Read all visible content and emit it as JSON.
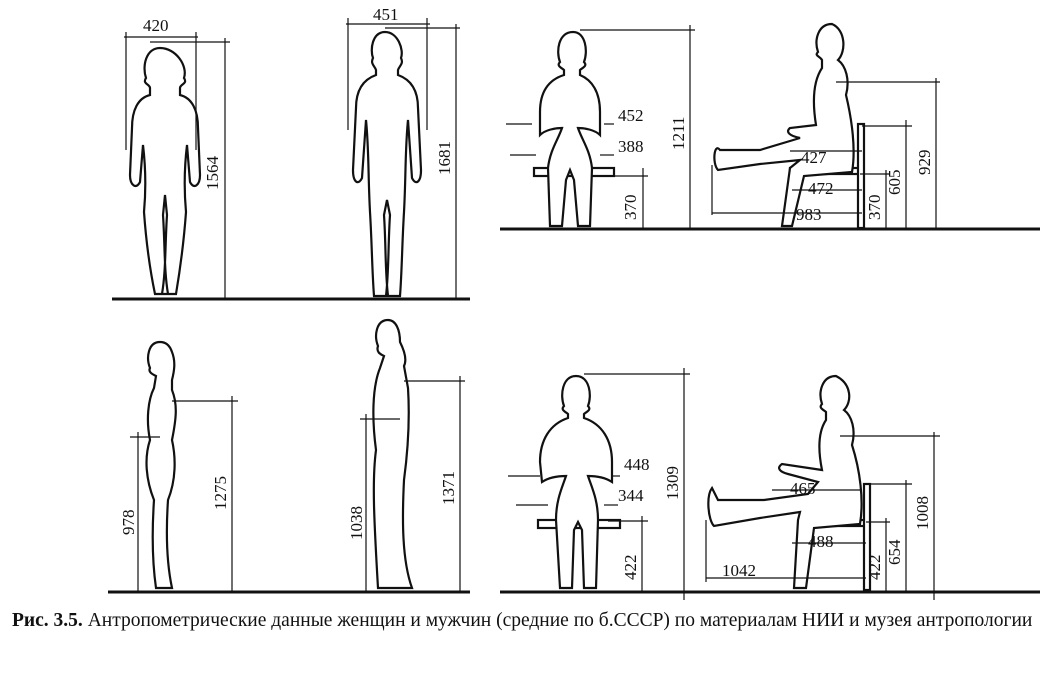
{
  "dimensions": {
    "top_left_woman_width": "420",
    "top_left_woman_height": "1564",
    "top_man_width": "451",
    "top_man_height": "1681",
    "sitting_woman_front_452": "452",
    "sitting_woman_front_388": "388",
    "sitting_woman_front_370": "370",
    "sitting_woman_front_1211": "1211",
    "sitting_woman_side_427": "427",
    "sitting_woman_side_472": "472",
    "sitting_woman_side_983": "983",
    "sitting_woman_side_370": "370",
    "sitting_woman_side_605": "605",
    "sitting_woman_side_929": "929",
    "woman_side_978": "978",
    "woman_side_1275": "1275",
    "man_side_1038": "1038",
    "man_side_1371": "1371",
    "sitting_man_front_448": "448",
    "sitting_man_front_344": "344",
    "sitting_man_front_422": "422",
    "sitting_man_front_1309": "1309",
    "sitting_man_side_465": "465",
    "sitting_man_side_488": "488",
    "sitting_man_side_1042": "1042",
    "sitting_man_side_422": "422",
    "sitting_man_side_654": "654",
    "sitting_man_side_1008": "1008"
  },
  "caption": {
    "label": "Рис. 3.5.",
    "text": " Антропометрические данные женщин и мужчин (средние по б.СССР) по материалам НИИ и музея антропологии"
  }
}
